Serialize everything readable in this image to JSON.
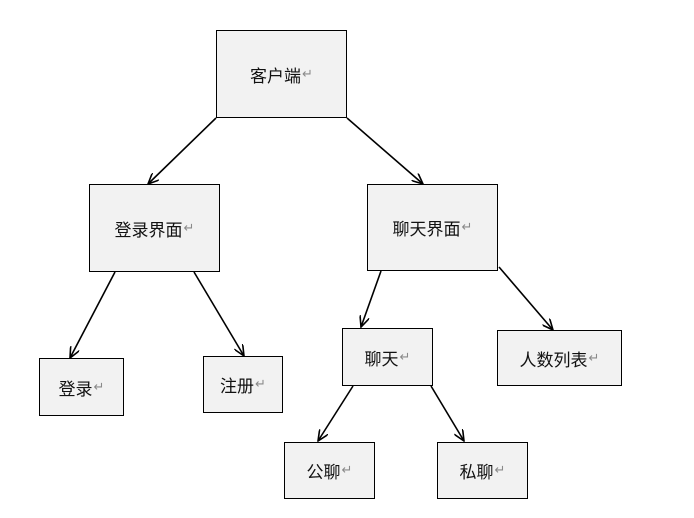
{
  "diagram": {
    "colors": {
      "box_fill": "#f2f2f2",
      "box_border": "#000000",
      "line": "#000000",
      "text": "#111111",
      "paragraph_mark": "#8a8a8a"
    },
    "paragraph_mark": "↵",
    "nodes": {
      "client": "客户端",
      "login_ui": "登录界面",
      "chat_ui": "聊天界面",
      "login": "登录",
      "register": "注册",
      "chat": "聊天",
      "user_count_list": "人数列表",
      "public_chat": "公聊",
      "private_chat": "私聊"
    },
    "edges": [
      {
        "from": "client",
        "to": "login_ui"
      },
      {
        "from": "client",
        "to": "chat_ui"
      },
      {
        "from": "login_ui",
        "to": "login"
      },
      {
        "from": "login_ui",
        "to": "register"
      },
      {
        "from": "chat_ui",
        "to": "chat"
      },
      {
        "from": "chat_ui",
        "to": "user_count_list"
      },
      {
        "from": "chat",
        "to": "public_chat"
      },
      {
        "from": "chat",
        "to": "private_chat"
      }
    ]
  }
}
